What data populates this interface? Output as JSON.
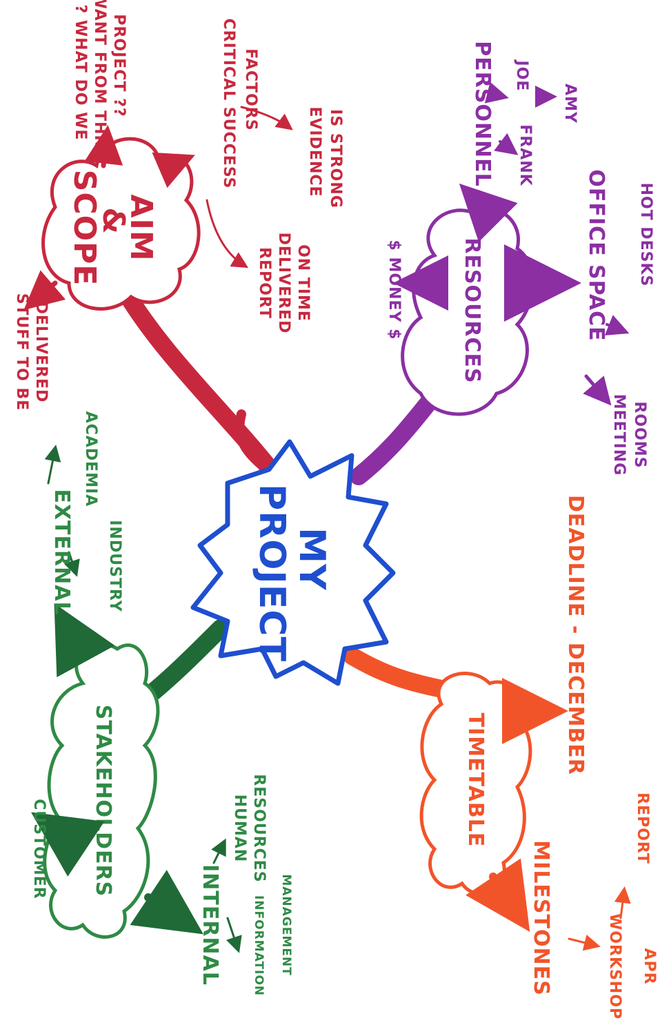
{
  "colors": {
    "center": "#1f4fcf",
    "aim": "#c8283e",
    "resources": "#8b2fa3",
    "stakeholders": "#2f8a45",
    "stakeholders_dark": "#1f6a37",
    "timetable": "#f2542a"
  },
  "center": {
    "line1": "MY",
    "line2": "PROJECT"
  },
  "aim": {
    "line1": "AIM",
    "line2": "&",
    "line3": "SCOPE",
    "stuff_line1": "STUFF TO BE",
    "stuff_line2": "DELIVERED",
    "question_line1": "? WHAT DO WE",
    "question_line2": "WANT FROM THIS",
    "question_line3": "PROJECT ??",
    "csf_line1": "CRITICAL SUCCESS",
    "csf_line2": "FACTORS",
    "report_line1": "REPORT",
    "report_line2": "DELIVERED",
    "report_line3": "ON TIME",
    "evidence_line1": "EVIDENCE",
    "evidence_line2": "IS STRONG"
  },
  "resources": {
    "label": "RESOURCES",
    "money": "$ MONEY $",
    "personnel": "PERSONNEL",
    "joe": "JOE",
    "frank": "FRANK",
    "amy": "AMY",
    "office": "OFFICE SPACE",
    "hot_desks": "HOT DESKS",
    "meeting_line1": "MEETING",
    "meeting_line2": "ROOMS"
  },
  "stakeholders": {
    "label": "STAKEHOLDERS",
    "customer": "CUSTOMER",
    "external": "EXTERNAL",
    "academia": "ACADEMIA",
    "industry": "INDUSTRY",
    "internal": "INTERNAL",
    "human_line1": "HUMAN",
    "human_line2": "RESOURCES",
    "information": "INFORMATION",
    "management": "MANAGEMENT"
  },
  "timetable": {
    "label": "TIMETABLE",
    "deadline": "DEADLINE - DECEMBER",
    "milestones": "MILESTONES",
    "workshop": "WORKSHOP",
    "apr": "APR",
    "report": "REPORT"
  }
}
